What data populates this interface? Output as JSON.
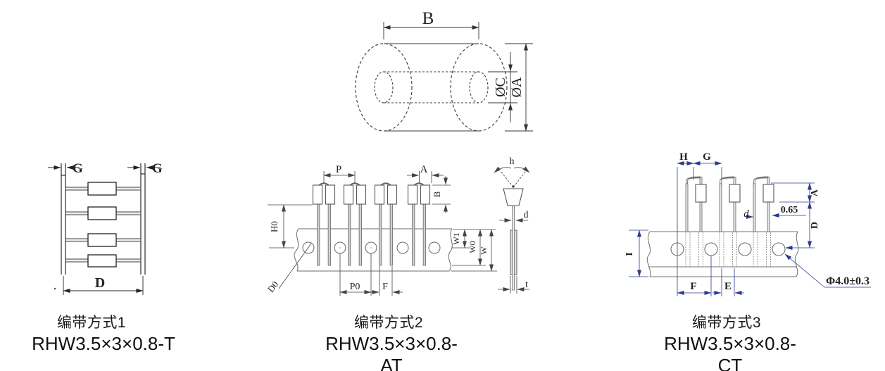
{
  "drawings": {
    "bead": {
      "dim_b": "B",
      "dim_c": "ØC",
      "dim_a": "ØA"
    },
    "t1": {
      "dim_g_left": "G",
      "dim_g_right": "G",
      "dim_d": "D"
    },
    "t2": {
      "dim_p": "P",
      "dim_a": "A",
      "dim_b": "B",
      "dim_h0": "H0",
      "dim_d0": "D0",
      "dim_p0": "P0",
      "dim_f": "F",
      "dim_w1": "W1",
      "dim_w0": "W0",
      "dim_w": "W",
      "dim_h": "h",
      "dim_d": "d",
      "dim_t": "t"
    },
    "t3": {
      "dim_h": "H",
      "dim_g": "G",
      "dim_a": "A",
      "dim_d": "D",
      "dim_lead": "d",
      "dim_offset": "0.65",
      "dim_i": "I",
      "dim_f": "F",
      "dim_e": "E",
      "dim_hole": "Φ4.0±0.3"
    }
  },
  "captions": {
    "c1": {
      "title": "编带方式1",
      "part": "RHW3.5×3×0.8-T"
    },
    "c2": {
      "title": "编带方式2",
      "part": "RHW3.5×3×0.8-AT"
    },
    "c3": {
      "title": "编带方式3",
      "part": "RHW3.5×3×0.8-CT"
    }
  },
  "colors": {
    "accent": "#2b3a8c",
    "line_dark": "#2a2a2a",
    "line_gray": "#6b6b6b"
  }
}
